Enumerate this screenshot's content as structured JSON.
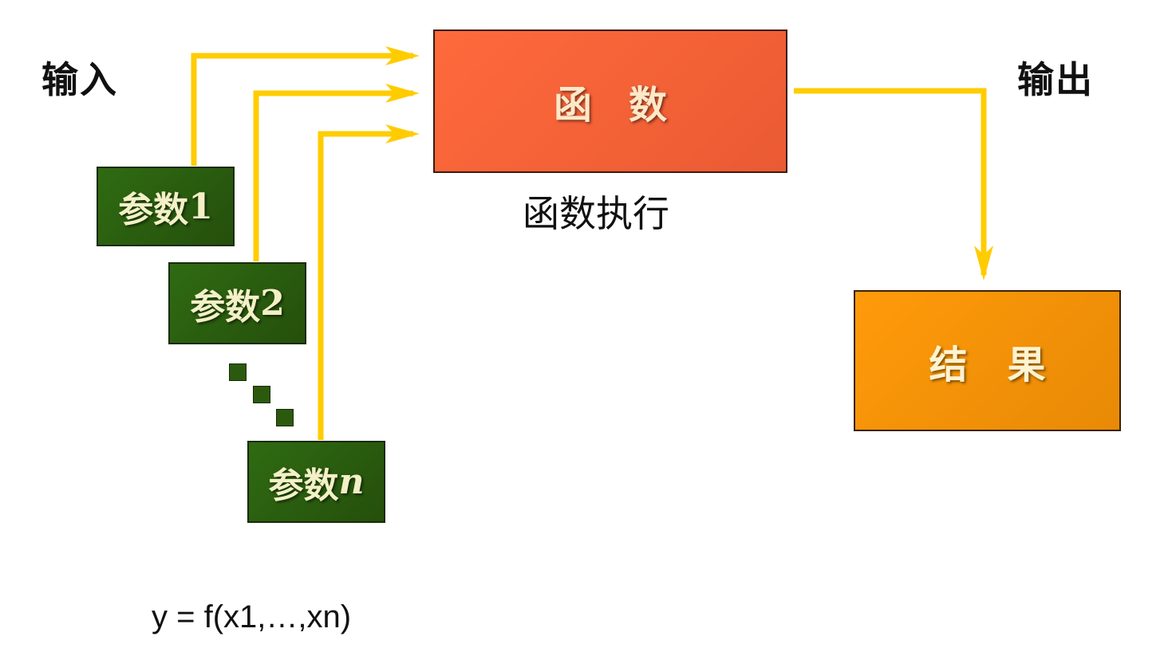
{
  "input_label": "输入",
  "output_label": "输出",
  "params": [
    {
      "text": "参数",
      "suffix": "1"
    },
    {
      "text": "参数",
      "suffix": "2"
    },
    {
      "text": "参数",
      "suffix": "n"
    }
  ],
  "function_box": "函数",
  "function_caption": "函数执行",
  "result_box": "结果",
  "formula": "y = f(x1,…,xn)",
  "colors": {
    "arrow": "#ffcc00",
    "param_fill": "#2b5e0f",
    "function_fill": "#f5603a",
    "result_fill": "#f59400"
  }
}
